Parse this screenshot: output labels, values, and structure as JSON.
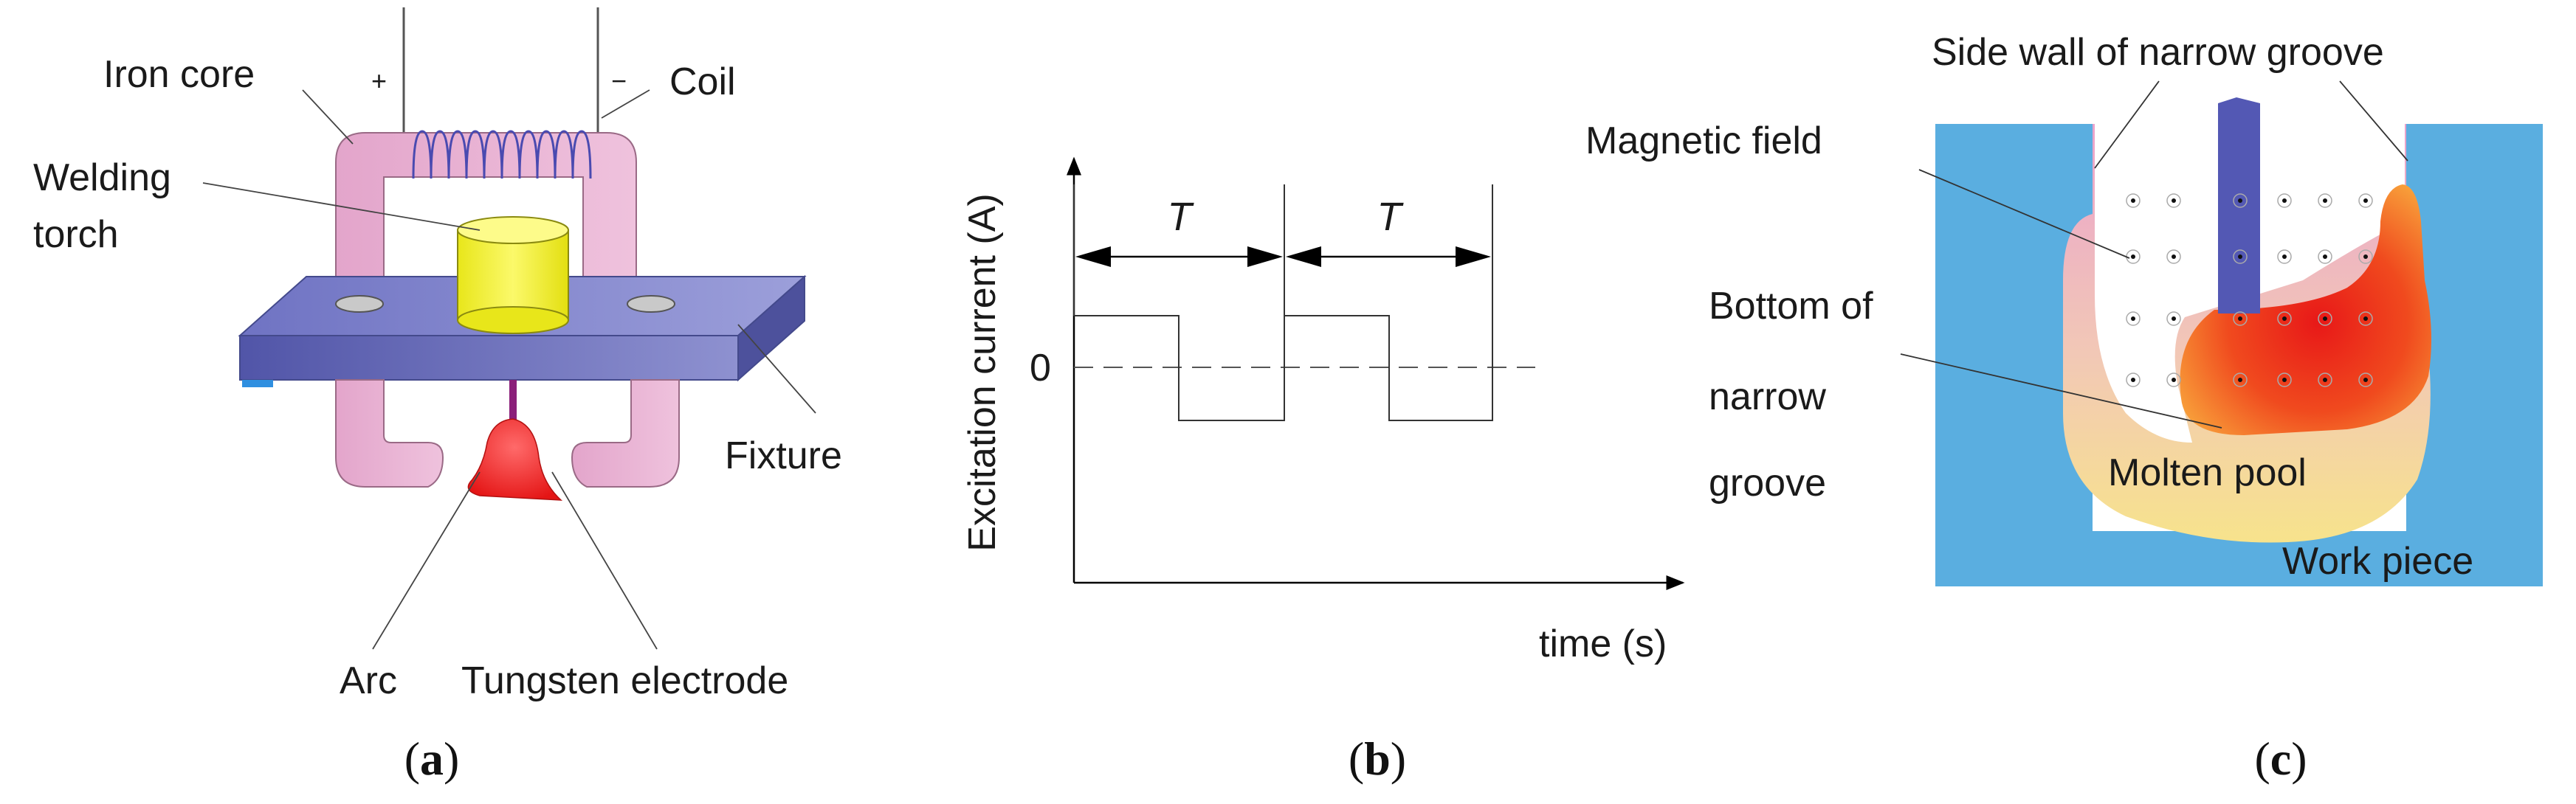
{
  "colors": {
    "iron_core": "#e3a5cb",
    "iron_core_light": "#f0c4de",
    "fixture": "#6b6fbf",
    "torch": "#f2f01e",
    "arc": "#ee2020",
    "workpiece": "#5aaee0",
    "electrode": "#5358b4",
    "pool_red": "#e81d1d",
    "pool_yellow": "#f6e08a"
  },
  "panel_a": {
    "caption_open": "(",
    "caption_letter": "a",
    "caption_close": ")",
    "labels": {
      "iron_core": "Iron core",
      "coil": "Coil",
      "plus": "+",
      "minus": "−",
      "welding": "Welding",
      "torch": "torch",
      "fixture": "Fixture",
      "arc": "Arc",
      "tungsten_electrode": "Tungsten electrode"
    }
  },
  "panel_b": {
    "caption_open": "(",
    "caption_letter": "b",
    "caption_close": ")",
    "ylabel": "Excitation current (A)",
    "xlabel": "time (s)",
    "zero_label": "0",
    "period_label": "T"
  },
  "panel_c": {
    "caption_open": "(",
    "caption_letter": "c",
    "caption_close": ")",
    "labels": {
      "side_wall": "Side wall of narrow groove",
      "magnetic_field": "Magnetic field",
      "bottom_line1": "Bottom of",
      "bottom_line2": "narrow",
      "bottom_line3": "groove",
      "molten_pool": "Molten pool",
      "work_piece": "Work piece"
    }
  }
}
